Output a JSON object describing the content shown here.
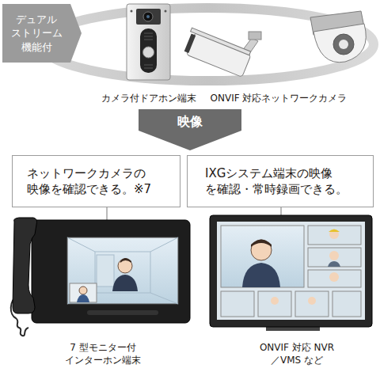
{
  "diagram": {
    "nodes": [
      {
        "text": [
          "デュアル ストリーム 機能付"
        ]
      },
      {
        "text": [
          "映像"
        ]
      },
      {
        "text": [
          "ネットワークカメラの 映像を確認できる。※7"
        ]
      },
      {
        "text": [
          "IXGシステム端末の映像 を確認・常時録画できる。"
        ]
      }
    ],
    "labels": [
      "カメラ付ドアホン端末",
      "ONVIF 対応ネットワークカメラ",
      "7 型モニター付 インターホン端末",
      "ONVIF 対応 NVR／VMS など"
    ]
  }
}
